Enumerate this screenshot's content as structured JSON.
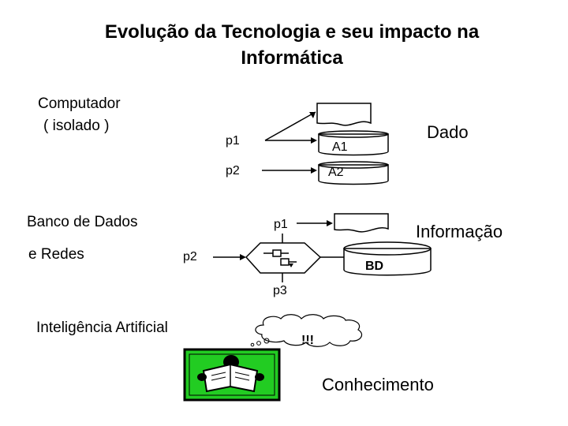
{
  "title": {
    "line1": "Evolução da Tecnologia e seu impacto na",
    "line2": "Informática"
  },
  "level1": {
    "left_label_line1": "Computador",
    "left_label_line2": "( isolado )",
    "process1": "p1",
    "process2": "p2",
    "file1": "A1",
    "file2": "A2",
    "right_label": "Dado"
  },
  "level2": {
    "left_label_line1": "Banco de Dados",
    "left_label_line2": "e Redes",
    "process1": "p1",
    "process2": "p2",
    "process3": "p3",
    "database": "BD",
    "right_label": "Informação"
  },
  "level3": {
    "left_label": "Inteligência Artificial",
    "thought": "!!!",
    "right_label": "Conhecimento"
  },
  "colors": {
    "accent_green": "#22cc22",
    "line": "#000000"
  }
}
